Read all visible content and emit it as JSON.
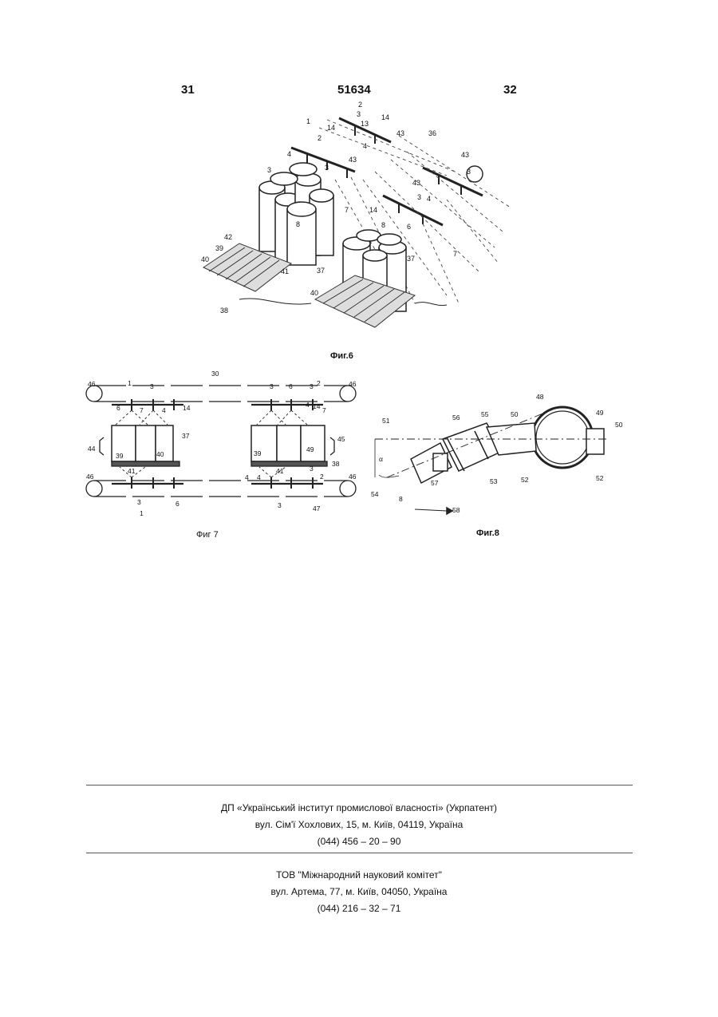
{
  "header": {
    "page_left": "31",
    "doc_number": "51634",
    "page_right": "32"
  },
  "fig6": {
    "caption": "Фиг.6",
    "labels": [
      "1",
      "2",
      "3",
      "13",
      "14",
      "14",
      "43",
      "36",
      "2",
      "4",
      "43",
      "3",
      "4",
      "43",
      "3",
      "43",
      "4",
      "3",
      "3",
      "8",
      "14",
      "7",
      "7",
      "8",
      "6",
      "42",
      "39",
      "40",
      "41",
      "37",
      "37",
      "40",
      "38"
    ]
  },
  "fig7": {
    "caption": "Фиг 7",
    "labels": [
      "46",
      "1",
      "3",
      "30",
      "3",
      "6",
      "3",
      "2",
      "46",
      "6",
      "7",
      "4",
      "14",
      "4",
      "14",
      "7",
      "37",
      "44",
      "45",
      "39",
      "40",
      "39",
      "49",
      "38",
      "41",
      "4",
      "41",
      "3",
      "46",
      "4",
      "2",
      "46",
      "3",
      "6",
      "1",
      "3",
      "47"
    ]
  },
  "fig8": {
    "caption": "Фиг.8",
    "labels": [
      "48",
      "51",
      "56",
      "55",
      "50",
      "49",
      "50",
      "α",
      "53",
      "52",
      "52",
      "54",
      "57",
      "8",
      "58"
    ]
  },
  "footer": {
    "org1": {
      "name": "ДП «Український інститут промислової власності» (Укрпатент)",
      "address": "вул. Сім'ї Хохлових, 15, м. Київ, 04119, Україна",
      "phone": "(044) 456 – 20 – 90"
    },
    "org2": {
      "name": "ТОВ \"Міжнародний науковий комітет\"",
      "address": "вул. Артема, 77, м. Київ, 04050, Україна",
      "phone": "(044) 216 – 32 – 71"
    }
  }
}
